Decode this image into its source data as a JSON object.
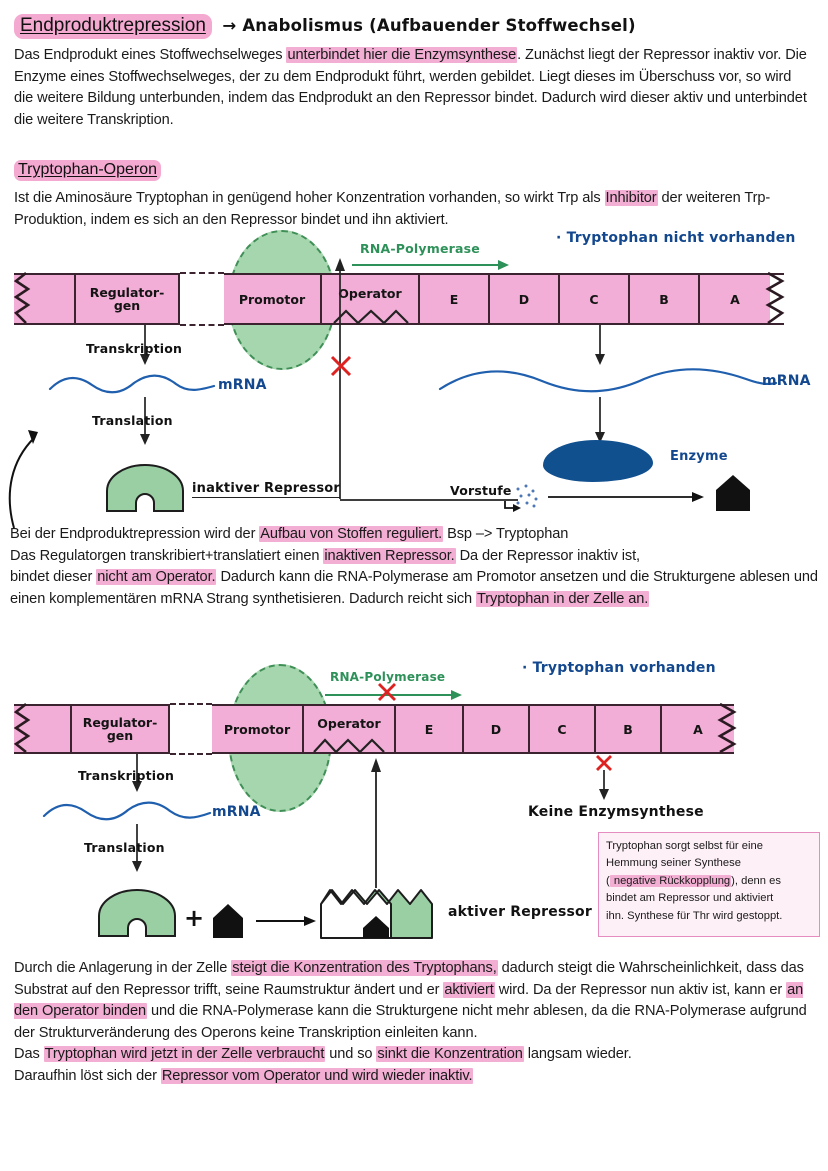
{
  "document": {
    "title": "Endproduktrepression",
    "title_suffix": "→ Anabolismus (Aufbauender Stoffwechsel)"
  },
  "intro": {
    "seg1": "Das Endprodukt eines Stoffwechselweges ",
    "hl1": "unterbindet hier die Enzymsynthese",
    "seg2": ". Zunächst liegt der Repressor inaktiv vor. Die Enzyme eines Stoffwechselweges, der zu dem Endprodukt führt, werden gebildet. Liegt dieses im Überschuss vor, so wird die weitere Bildung unterbunden, indem das Endprodukt an den Repressor bindet. Dadurch wird dieser aktiv und unterbindet die weitere Transkription."
  },
  "section2": {
    "heading": "Tryptophan-Operon",
    "seg1": "Ist die Aminosäure Tryptophan in genügend hoher Konzentration vorhanden, so wirkt Trp als ",
    "hl1": "Inhibitor",
    "seg2": " der weiteren Trp-Produktion, indem es sich an den Repressor bindet und ihn aktiviert."
  },
  "diagram1": {
    "state_label": "· Tryptophan nicht vorhanden",
    "polymerase_label": "RNA-Polymerase",
    "segments": [
      {
        "label": "",
        "width": 62
      },
      {
        "label": "Regulator-\ngen",
        "width": 104
      },
      {
        "label": "",
        "width": 44
      },
      {
        "label": "Promotor",
        "width": 98
      },
      {
        "label": "Operator",
        "width": 98
      },
      {
        "label": "E",
        "width": 70
      },
      {
        "label": "D",
        "width": 70
      },
      {
        "label": "C",
        "width": 70
      },
      {
        "label": "B",
        "width": 70
      },
      {
        "label": "A",
        "width": 70
      }
    ],
    "transkription_label": "Transkription",
    "mrna_label_left": "mRNA",
    "translation_label": "Translation",
    "repressor_label": "inaktiver Repressor",
    "mrna_label_right": "mRNA",
    "enzyme_label": "Enzyme",
    "vorstufe_label": "Vorstufe"
  },
  "midtext": {
    "l1a": "Bei der Endproduktrepression wird der ",
    "l1hl": "Aufbau von Stoffen reguliert.",
    "l1b": " Bsp –> Tryptophan",
    "l2a": "Das Regulatorgen transkribiert+translatiert einen ",
    "l2hl": "inaktiven Repressor.",
    "l2b": " Da der Repressor inaktiv ist,",
    "l3a": "bindet dieser ",
    "l3hl": "nicht am Operator.",
    "l3b": " Dadurch kann die RNA-Polymerase am Promotor ansetzen und die Strukturgene ablesen und einen komplementären mRNA Strang synthetisieren. Dadurch reicht sich ",
    "l4hl": "Tryptophan in der Zelle an."
  },
  "diagram2": {
    "state_label": "· Tryptophan vorhanden",
    "polymerase_label": "RNA-Polymerase",
    "segments": [
      {
        "label": "",
        "width": 62
      },
      {
        "label": "Regulator-\ngen",
        "width": 104
      },
      {
        "label": "",
        "width": 44
      },
      {
        "label": "Promotor",
        "width": 98
      },
      {
        "label": "Operator",
        "width": 98
      },
      {
        "label": "E",
        "width": 70
      },
      {
        "label": "D",
        "width": 70
      },
      {
        "label": "C",
        "width": 70
      },
      {
        "label": "B",
        "width": 70
      },
      {
        "label": "A",
        "width": 70
      }
    ],
    "transkription_label": "Transkription",
    "mrna_label": "mRNA",
    "translation_label": "Translation",
    "plus_sign": "+",
    "active_repressor_label": "aktiver Repressor",
    "no_enzyme_label": "Keine Enzymsynthese"
  },
  "callout": {
    "l1": "Tryptophan sorgt selbst für eine",
    "l2": "Hemmung seiner Synthese",
    "l3a": "(",
    "l3hl": " negative Rückkopplung",
    "l3b": "), denn es",
    "l4": "bindet am Repressor und aktiviert",
    "l5": "ihn. Synthese für Thr wird gestoppt."
  },
  "outro": {
    "l1a": "Durch die Anlagerung in der Zelle ",
    "l1hl": "steigt die Konzentration des Tryptophans,",
    "l1b": " dadurch steigt die Wahrscheinlichkeit, dass das Substrat auf den Repressor trifft, seine Raumstruktur ändert und er ",
    "l2hl": "aktiviert",
    "l2b": " wird. Da der Repressor nun aktiv ist, kann er ",
    "l3hl": "an den Operator binden",
    "l3b": " und die RNA-Polymerase kann die Strukturgene nicht mehr ablesen, da die RNA-Polymerase aufgrund der Strukturveränderung des Operons keine Transkription einleiten kann.",
    "l4a": "Das ",
    "l4hl": "Tryptophan wird jetzt in der Zelle verbraucht",
    "l4b": " und so ",
    "l4hl2": "sinkt die Konzentration",
    "l4c": " langsam wieder.",
    "l5a": "Daraufhin löst sich der ",
    "l5hl": "Repressor vom Operator und wird wieder inaktiv."
  },
  "colors": {
    "pink_highlight": "#f3aed4",
    "gene_pink": "#f2aed6",
    "green": "#8ccb96",
    "blue_ink": "#13488f",
    "green_ink": "#2e9159",
    "red": "#dd2222",
    "dark": "#3b2430"
  }
}
